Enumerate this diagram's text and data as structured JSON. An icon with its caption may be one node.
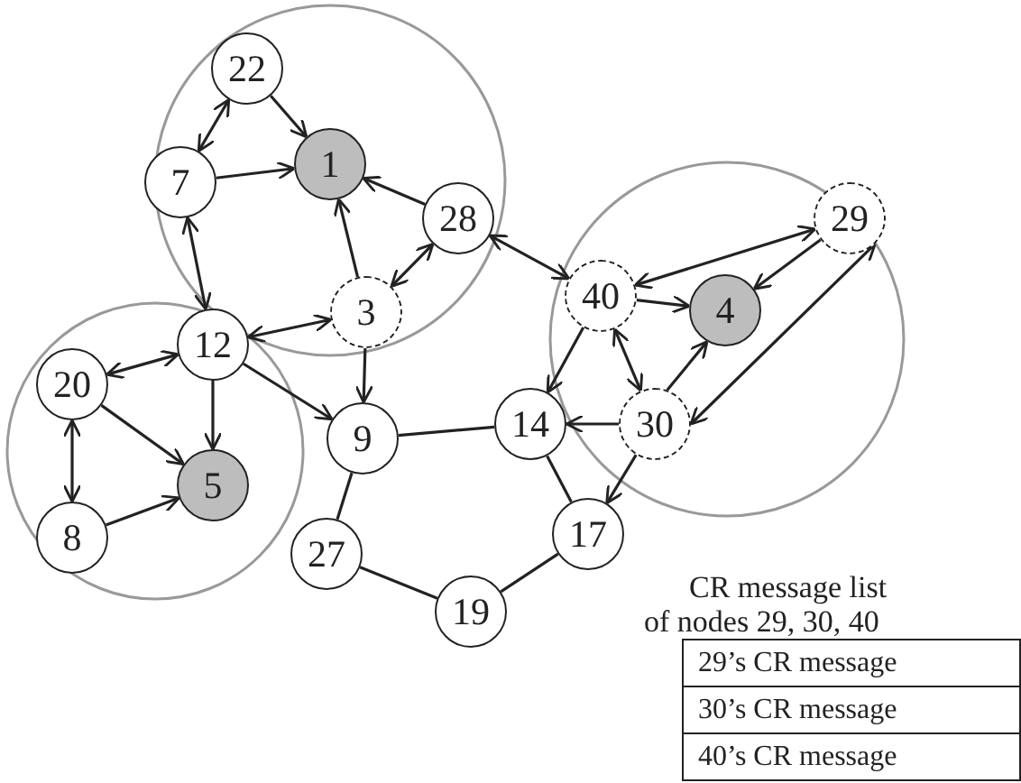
{
  "diagram": {
    "nodes": [
      {
        "text": [
          "22"
        ]
      },
      {
        "text": [
          "1"
        ]
      },
      {
        "text": [
          "7"
        ]
      },
      {
        "text": [
          "28"
        ]
      },
      {
        "text": [
          "3"
        ]
      },
      {
        "text": [
          "12"
        ]
      },
      {
        "text": [
          "20"
        ]
      },
      {
        "text": [
          "5"
        ]
      },
      {
        "text": [
          "8"
        ]
      },
      {
        "text": [
          "9"
        ]
      },
      {
        "text": [
          "14"
        ]
      },
      {
        "text": [
          "40"
        ]
      },
      {
        "text": [
          "4"
        ]
      },
      {
        "text": [
          "29"
        ]
      },
      {
        "text": [
          "30"
        ]
      },
      {
        "text": [
          "17"
        ]
      },
      {
        "text": [
          "27"
        ]
      },
      {
        "text": [
          "19"
        ]
      }
    ],
    "edges": [
      {
        "from": 0,
        "to": 2,
        "arrow": "both"
      },
      {
        "from": 0,
        "to": 1,
        "arrow": "to"
      },
      {
        "from": 2,
        "to": 1,
        "arrow": "to"
      },
      {
        "from": 3,
        "to": 1,
        "arrow": "to"
      },
      {
        "from": 4,
        "to": 1,
        "arrow": "to"
      },
      {
        "from": 4,
        "to": 3,
        "arrow": "both"
      },
      {
        "from": 3,
        "to": 11,
        "arrow": "both"
      },
      {
        "from": 5,
        "to": 2,
        "arrow": "both"
      },
      {
        "from": 5,
        "to": 4,
        "arrow": "both"
      },
      {
        "from": 5,
        "to": 6,
        "arrow": "both"
      },
      {
        "from": 5,
        "to": 7,
        "arrow": "to"
      },
      {
        "from": 5,
        "to": 9,
        "arrow": "to"
      },
      {
        "from": 6,
        "to": 7,
        "arrow": "to"
      },
      {
        "from": 6,
        "to": 8,
        "arrow": "both"
      },
      {
        "from": 8,
        "to": 7,
        "arrow": "to"
      },
      {
        "from": 4,
        "to": 9,
        "arrow": "to"
      },
      {
        "from": 9,
        "to": 10,
        "arrow": "none"
      },
      {
        "from": 11,
        "to": 10,
        "arrow": "to"
      },
      {
        "from": 14,
        "to": 10,
        "arrow": "to"
      },
      {
        "from": 11,
        "to": 12,
        "arrow": "to"
      },
      {
        "from": 11,
        "to": 13,
        "arrow": "both"
      },
      {
        "from": 13,
        "to": 12,
        "arrow": "to"
      },
      {
        "from": 11,
        "to": 14,
        "arrow": "both"
      },
      {
        "from": 14,
        "to": 12,
        "arrow": "to"
      },
      {
        "from": 13,
        "to": 14,
        "arrow": "both"
      },
      {
        "from": 14,
        "to": 15,
        "arrow": "to"
      },
      {
        "from": 10,
        "to": 15,
        "arrow": "none"
      },
      {
        "from": 9,
        "to": 16,
        "arrow": "none"
      },
      {
        "from": 16,
        "to": 17,
        "arrow": "none"
      },
      {
        "from": 17,
        "to": 15,
        "arrow": "none"
      }
    ],
    "labels": [
      "CR message list",
      "of nodes 29, 30, 40",
      "29’s CR message",
      "30’s CR message",
      "40’s CR message"
    ]
  }
}
